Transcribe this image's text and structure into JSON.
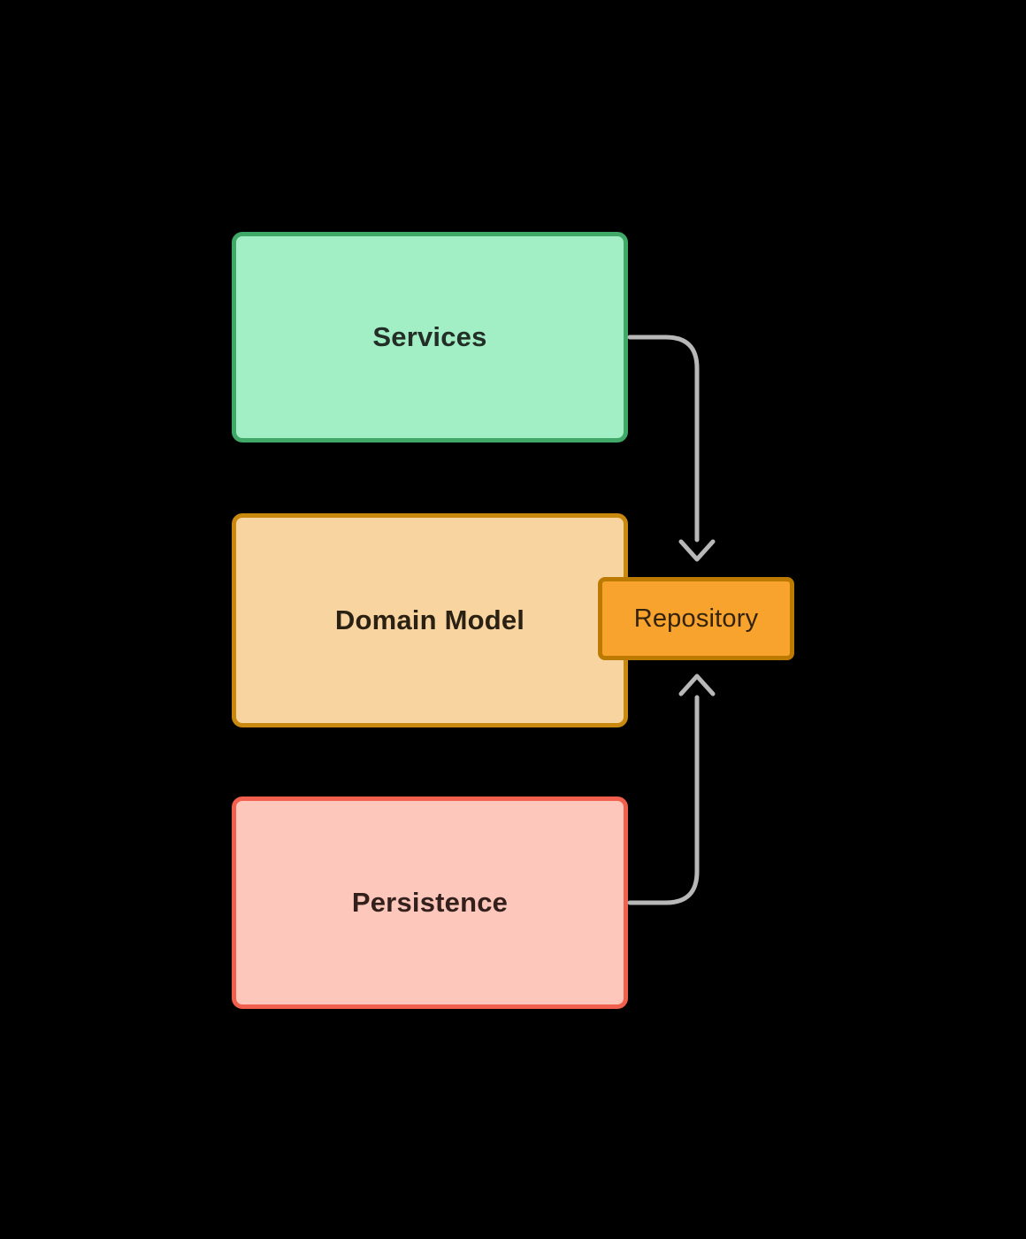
{
  "diagram": {
    "background_color": "#000000",
    "connector_color": "#b8b8b8",
    "nodes": {
      "services": {
        "label": "Services",
        "fill": "#a2efc5",
        "border": "#41a968",
        "text_color": "#232e27"
      },
      "domain_model": {
        "label": "Domain Model",
        "fill": "#f8d5a0",
        "border": "#c9890f",
        "text_color": "#2b2113"
      },
      "repository": {
        "label": "Repository",
        "fill": "#f7a32e",
        "border": "#bc7b00",
        "text_color": "#33230a"
      },
      "persistence": {
        "label": "Persistence",
        "fill": "#fdc7bc",
        "border": "#f15f4d",
        "text_color": "#33201c"
      }
    },
    "connectors": [
      {
        "name": "services-to-repository",
        "from": "services",
        "to": "repository",
        "direction": "down"
      },
      {
        "name": "persistence-to-repository",
        "from": "persistence",
        "to": "repository",
        "direction": "up"
      }
    ]
  }
}
